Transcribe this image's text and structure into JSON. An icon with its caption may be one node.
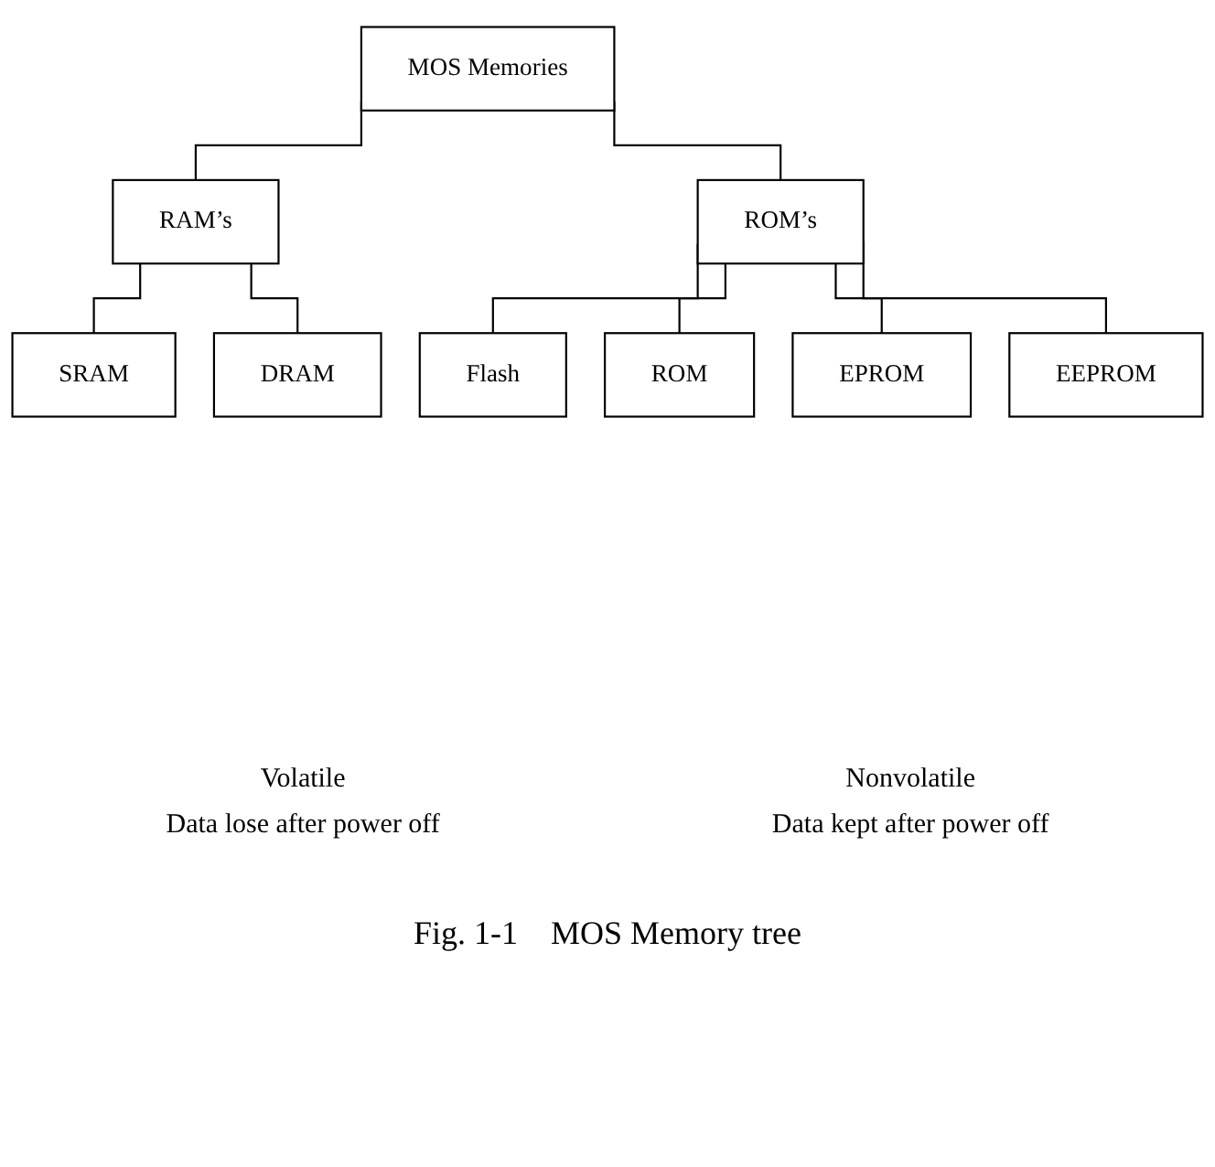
{
  "diagram": {
    "caption": "Fig. 1-1    MOS Memory tree",
    "nodes": [
      {
        "text": [
          "MOS Memories"
        ]
      },
      {
        "text": [
          "RAM’s"
        ]
      },
      {
        "text": [
          "ROM’s"
        ]
      },
      {
        "text": [
          "SRAM"
        ]
      },
      {
        "text": [
          "DRAM"
        ]
      },
      {
        "text": [
          "Flash"
        ]
      },
      {
        "text": [
          "ROM"
        ]
      },
      {
        "text": [
          "EPROM"
        ]
      },
      {
        "text": [
          "EEPROM"
        ]
      }
    ],
    "edges": [
      {
        "from": 0,
        "to": 1,
        "arrow": "none"
      },
      {
        "from": 0,
        "to": 2,
        "arrow": "none"
      },
      {
        "from": 1,
        "to": 3,
        "arrow": "none"
      },
      {
        "from": 1,
        "to": 4,
        "arrow": "none"
      },
      {
        "from": 2,
        "to": 5,
        "arrow": "none"
      },
      {
        "from": 2,
        "to": 6,
        "arrow": "none"
      },
      {
        "from": 2,
        "to": 7,
        "arrow": "none"
      },
      {
        "from": 2,
        "to": 8,
        "arrow": "none"
      }
    ],
    "labels": [
      "Volatile",
      "Data lose after power off",
      "Nonvolatile",
      "Data kept after power off"
    ]
  }
}
